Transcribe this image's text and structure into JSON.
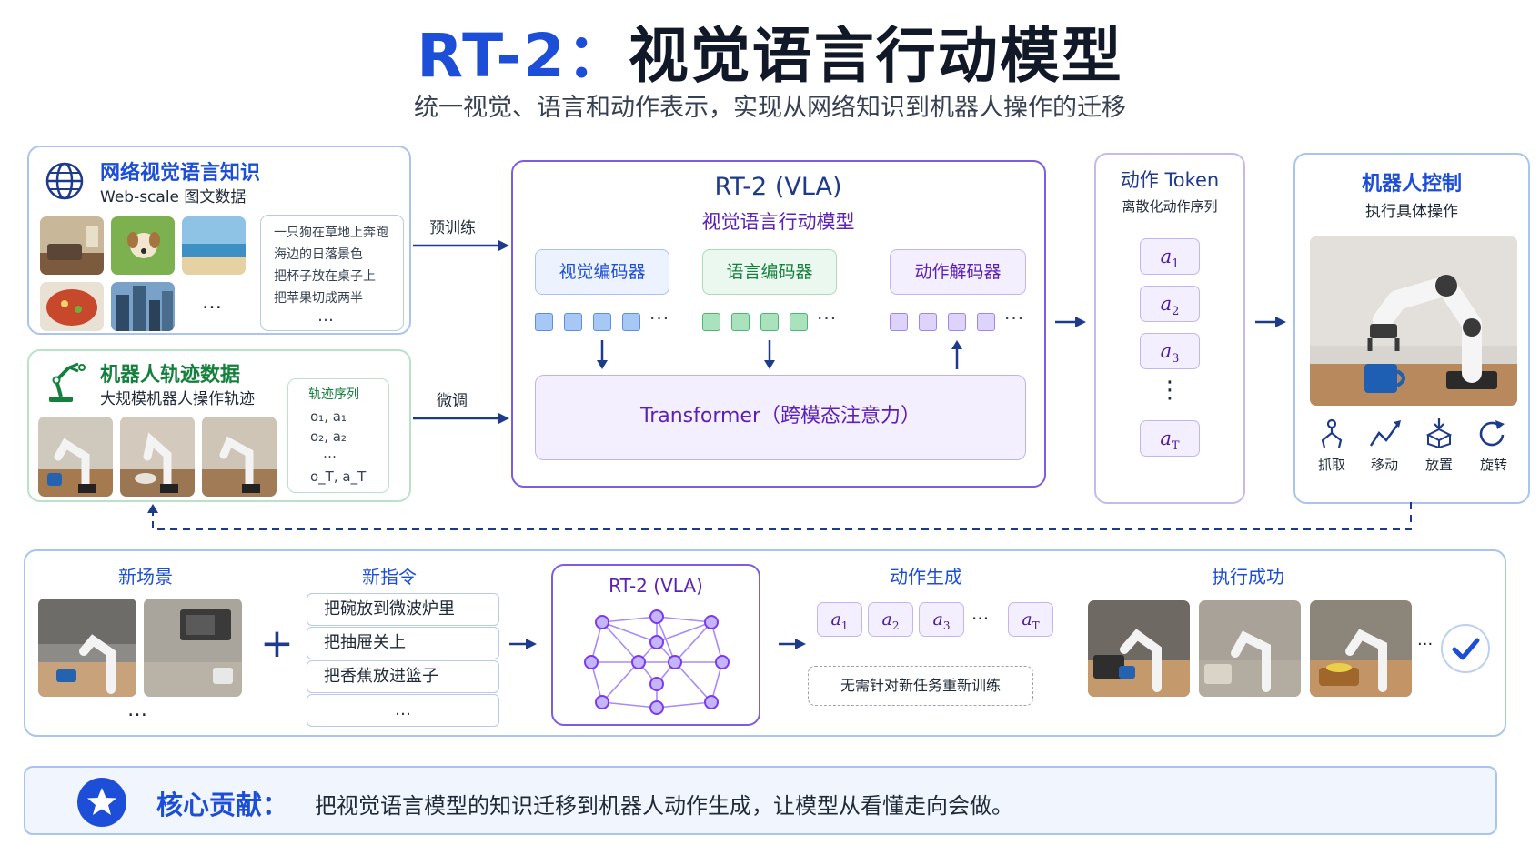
{
  "header": {
    "title_prefix": "RT-2：",
    "title_main": "视觉语言行动模型",
    "subtitle": "统一视觉、语言和动作表示，实现从网络知识到机器人操作的迁移"
  },
  "web_knowledge": {
    "title": "网络视觉语言知识",
    "subtitle": "Web-scale 图文数据",
    "ellipsis": "…",
    "captions": [
      "一只狗在草地上奔跑",
      "海边的日落景色",
      "把杯子放在桌子上",
      "把苹果切成两半"
    ],
    "captions_more": "…",
    "arrow_label": "预训练"
  },
  "robot_data": {
    "title": "机器人轨迹数据",
    "subtitle": "大规模机器人操作轨迹",
    "seq_title": "轨迹序列",
    "seq_items": [
      "o₁, a₁",
      "o₂, a₂",
      "…",
      "o_T, a_T"
    ],
    "arrow_label": "微调"
  },
  "model": {
    "title": "RT-2 (VLA)",
    "subtitle": "视觉语言行动模型",
    "vision_encoder": "视觉编码器",
    "language_encoder": "语言编码器",
    "action_decoder": "动作解码器",
    "transformer": "Transformer（跨模态注意力）",
    "token_dots": "···"
  },
  "action_tokens": {
    "title": "动作 Token",
    "subtitle": "离散化动作序列",
    "items": [
      "a",
      "a",
      "a",
      "a"
    ],
    "subs": [
      "1",
      "2",
      "3",
      "T"
    ],
    "vdots": "⋮"
  },
  "robot_control": {
    "title": "机器人控制",
    "subtitle": "执行具体操作",
    "actions": [
      {
        "label": "抓取",
        "icon": "grasp-icon"
      },
      {
        "label": "移动",
        "icon": "move-icon"
      },
      {
        "label": "放置",
        "icon": "place-icon"
      },
      {
        "label": "旋转",
        "icon": "rotate-icon"
      }
    ]
  },
  "generalization": {
    "new_scene_title": "新场景",
    "new_scene_more": "…",
    "plus": "+",
    "new_instruction_title": "新指令",
    "instructions": [
      "把碗放到微波炉里",
      "把抽屉关上",
      "把香蕉放进篮子"
    ],
    "instructions_more": "…",
    "model_label": "RT-2 (VLA)",
    "action_gen_title": "动作生成",
    "gen_tokens": [
      "a",
      "a",
      "a",
      "a"
    ],
    "gen_subs": [
      "1",
      "2",
      "3",
      "T"
    ],
    "gen_dots": "···",
    "no_retrain": "无需针对新任务重新训练",
    "success_title": "执行成功",
    "success_more": "···"
  },
  "core": {
    "label": "核心贡献：",
    "text": "把视觉语言模型的知识迁移到机器人动作生成，让模型从看懂走向会做。"
  },
  "colors": {
    "accent_blue": "#1d4ed8",
    "accent_green": "#15803d",
    "accent_purple": "#5b21b6",
    "arrow": "#1e3a8a"
  }
}
